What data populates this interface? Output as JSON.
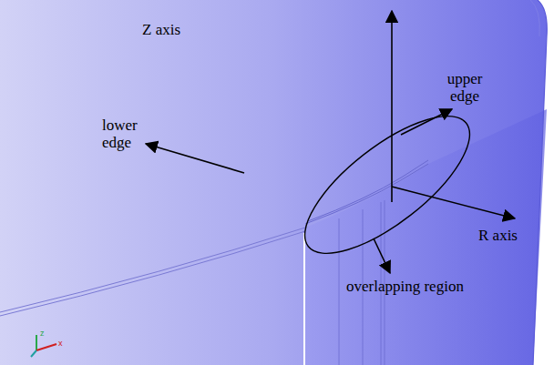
{
  "diagram": {
    "labels": [
      "Z axis",
      "upper edge",
      "R axis",
      "lower edge",
      "overlapping region",
      "z",
      "x"
    ]
  }
}
